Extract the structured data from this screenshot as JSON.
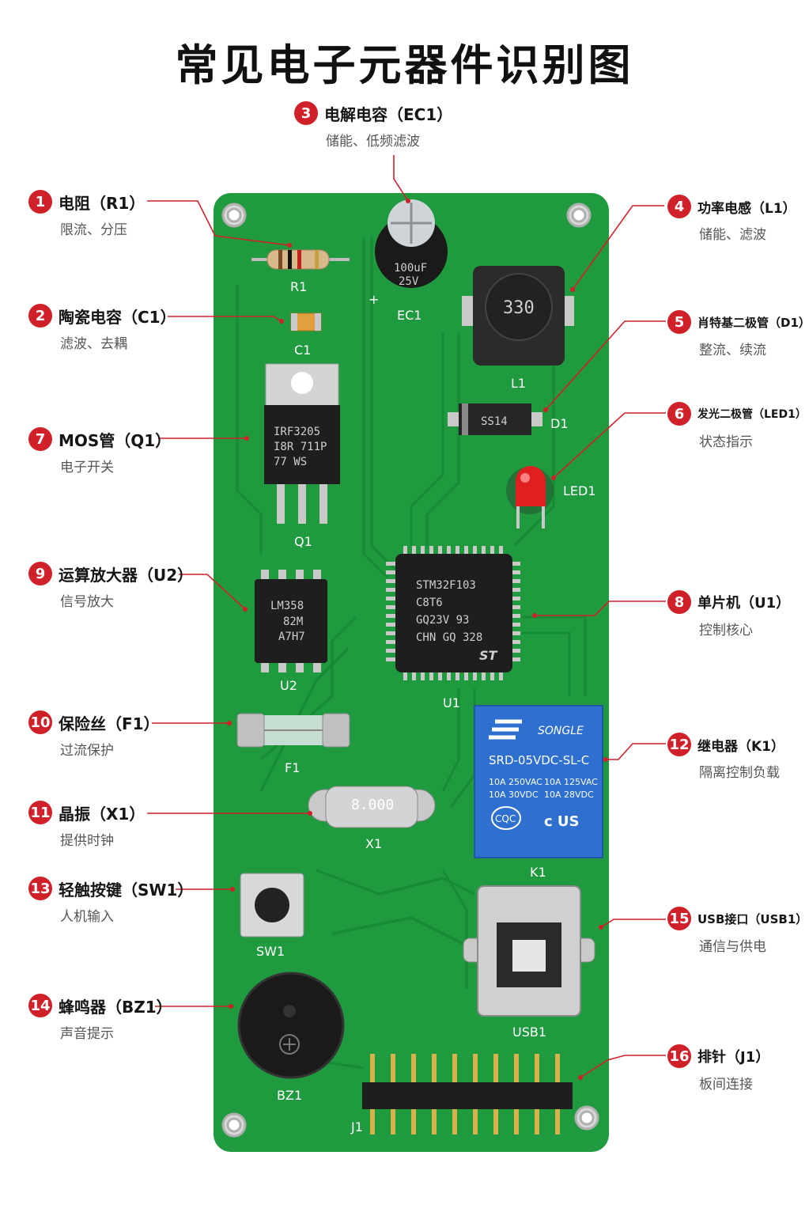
{
  "title": "常见电子元器件识别图",
  "colors": {
    "pcb": "#1f9a3f",
    "accent": "#d0202a",
    "relay": "#2e6fd0"
  },
  "callouts": [
    {
      "num": "1",
      "name": "电阻（R1）",
      "desc": "限流、分压"
    },
    {
      "num": "2",
      "name": "陶瓷电容（C1）",
      "desc": "滤波、去耦"
    },
    {
      "num": "3",
      "name": "电解电容（EC1）",
      "desc": "储能、低频滤波"
    },
    {
      "num": "4",
      "name": "功率电感（L1）",
      "desc": "储能、滤波"
    },
    {
      "num": "5",
      "name": "肖特基二极管（D1）",
      "desc": "整流、续流"
    },
    {
      "num": "6",
      "name": "发光二极管（LED1）",
      "desc": "状态指示"
    },
    {
      "num": "7",
      "name": "MOS管（Q1）",
      "desc": "电子开关"
    },
    {
      "num": "8",
      "name": "单片机（U1）",
      "desc": "控制核心"
    },
    {
      "num": "9",
      "name": "运算放大器（U2）",
      "desc": "信号放大"
    },
    {
      "num": "10",
      "name": "保险丝（F1）",
      "desc": "过流保护"
    },
    {
      "num": "11",
      "name": "晶振（X1）",
      "desc": "提供时钟"
    },
    {
      "num": "12",
      "name": "继电器（K1）",
      "desc": "隔离控制负载"
    },
    {
      "num": "13",
      "name": "轻触按键（SW1）",
      "desc": "人机输入"
    },
    {
      "num": "14",
      "name": "蜂鸣器（BZ1）",
      "desc": "声音提示"
    },
    {
      "num": "15",
      "name": "USB接口（USB1）",
      "desc": "通信与供电"
    },
    {
      "num": "16",
      "name": "排针（J1）",
      "desc": "板间连接"
    }
  ],
  "designators": {
    "r1": "R1",
    "c1": "C1",
    "ec1": "EC1",
    "l1": "L1",
    "d1": "D1",
    "led1": "LED1",
    "q1": "Q1",
    "u2": "U2",
    "u1": "U1",
    "f1": "F1",
    "x1": "X1",
    "k1": "K1",
    "sw1": "SW1",
    "usb1": "USB1",
    "bz1": "BZ1",
    "j1": "J1"
  },
  "markings": {
    "ec1_value": "100uF",
    "ec1_voltage": "25V",
    "l1_value": "330",
    "d1_part": "SS14",
    "q1_line1": "IRF3205",
    "q1_line2": "I8R 711P",
    "q1_line3": "77   WS",
    "u2_line1": "LM358",
    "u2_line2": "82M",
    "u2_line3": "A7H7",
    "u1_line1": "STM32F103",
    "u1_line2": "C8T6",
    "u1_line3": "GQ23V 93",
    "u1_line4": "CHN GQ 328",
    "u1_logo": "ST",
    "x1_freq": "8.000",
    "k1_brand": "SONGLE",
    "k1_model": "SRD-05VDC-SL-C",
    "k1_rating1": "10A 250VAC",
    "k1_rating2": "10A 125VAC",
    "k1_rating3": "10A 30VDC",
    "k1_rating4": "10A 28VDC",
    "k1_cert1": "CQC",
    "k1_cert2": "c US"
  }
}
